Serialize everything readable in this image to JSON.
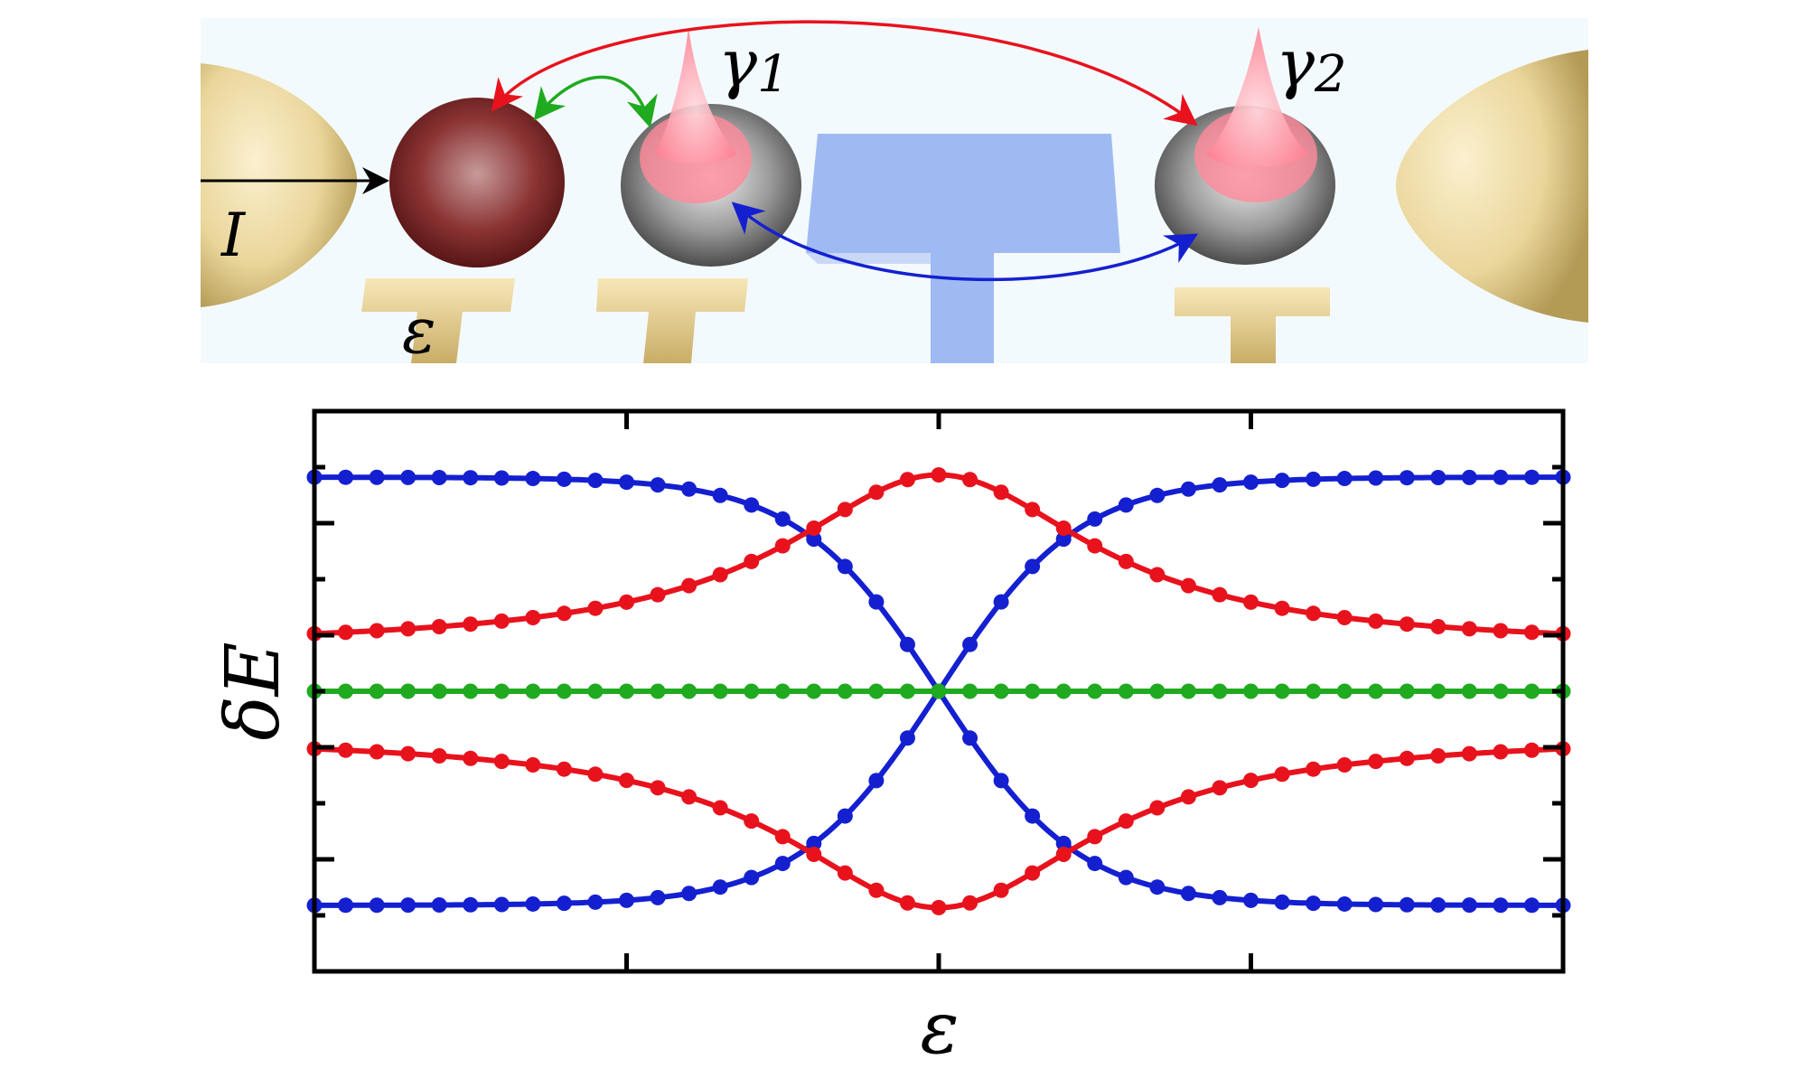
{
  "schematic": {
    "label_current": "I",
    "label_gate": "ε",
    "label_gamma1": "γ",
    "label_gamma1_sub": "1",
    "label_gamma2": "γ",
    "label_gamma2_sub": "2",
    "colors": {
      "lead": "#e9d59a",
      "dot": "#7a1f1f",
      "host": "#8c8c8c",
      "majorana": "#ff9aa8",
      "superconductor": "#9db7f5",
      "arrow_red": "#e8121d",
      "arrow_green": "#1faa1f",
      "arrow_blue": "#1420d0",
      "arrow_black": "#000000"
    }
  },
  "chart_data": {
    "type": "line",
    "xlabel": "ε",
    "ylabel": "δE",
    "x_ticks_labeled": false,
    "y_ticks_labeled": false,
    "series": [
      {
        "color": "#1420d0",
        "kind": "blue-upper-left-crossing",
        "A": 0.94,
        "w": 0.225
      },
      {
        "color": "#1420d0",
        "kind": "blue-lower-left-crossing",
        "A": 0.94,
        "w": 0.225
      },
      {
        "color": "#e8121d",
        "kind": "red-upper",
        "base": 0.19,
        "peak": 0.95,
        "w": 0.3
      },
      {
        "color": "#e8121d",
        "kind": "red-lower",
        "base": -0.19,
        "peak": -0.95,
        "w": 0.3
      },
      {
        "color": "#1faa1f",
        "kind": "green-flat",
        "value": 0.0
      }
    ],
    "n_points": 41,
    "xlim": [
      -1,
      1
    ],
    "ylim": [
      -1.23,
      1.23
    ]
  }
}
